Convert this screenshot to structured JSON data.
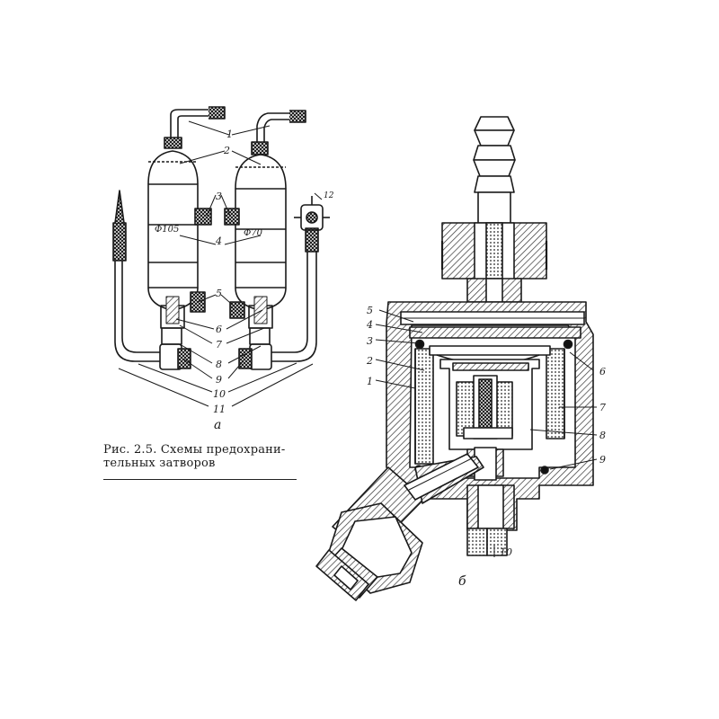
{
  "figure": {
    "caption_line1": "Рис. 2.5. Схемы предохрани-",
    "caption_line2": "тельных затворов"
  },
  "panel_a": {
    "sublabel": "а",
    "cylinder_left_text": "Ф105",
    "cylinder_right_text": "Ф70",
    "labels": [
      "1",
      "2",
      "3",
      "4",
      "5",
      "6",
      "7",
      "8",
      "9",
      "10",
      "11",
      "12"
    ]
  },
  "panel_b": {
    "sublabel": "б",
    "labels": [
      "1",
      "2",
      "3",
      "4",
      "5",
      "6",
      "7",
      "8",
      "9",
      "10"
    ]
  },
  "colors": {
    "ink": "#1a1a1a",
    "paper": "#ffffff",
    "hatch": "#333333"
  }
}
